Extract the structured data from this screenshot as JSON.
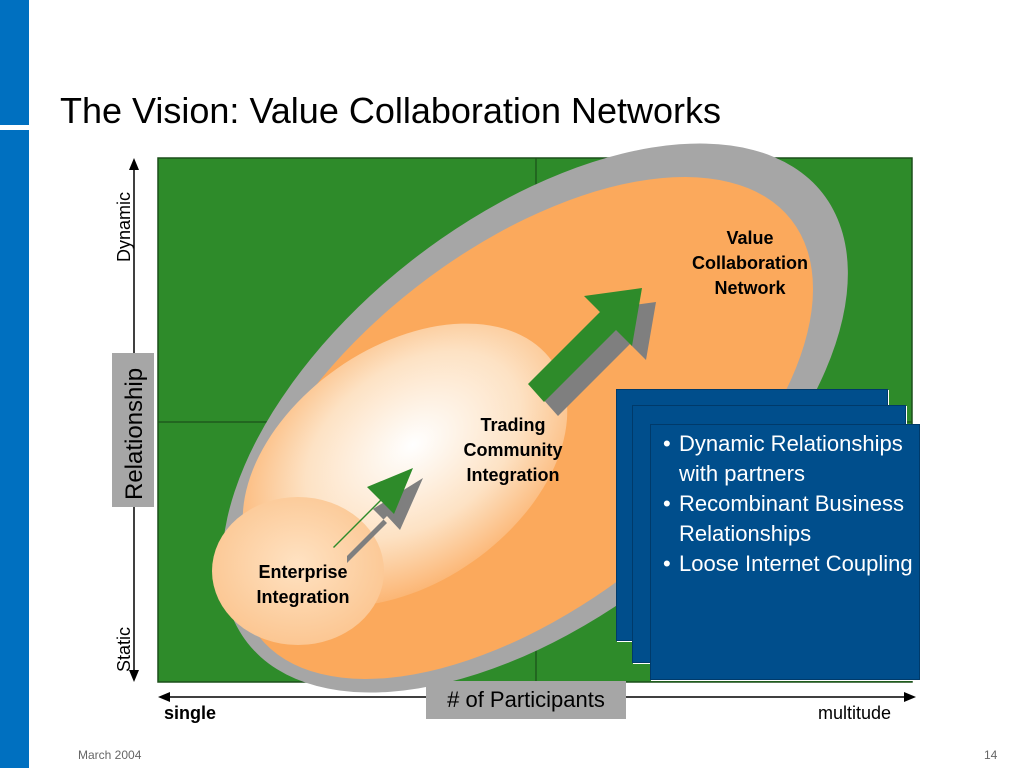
{
  "slide": {
    "title": "The Vision: Value Collaboration Networks",
    "footer_date": "March 2004",
    "page_number": "14"
  },
  "diagram": {
    "y_axis_top": "Dynamic",
    "y_axis_bottom": "Static",
    "y_axis_label": "Relationship",
    "x_axis_left": "single",
    "x_axis_right": "multitude",
    "x_axis_label": "# of Participants",
    "stages": {
      "enterprise": "Enterprise\nIntegration",
      "trading": "Trading\nCommunity\nIntegration",
      "value": "Value\nCollaboration\nNetwork"
    },
    "front_panel_bullets": [
      "Dynamic Relationships with partners",
      "Recombinant Business Relationships",
      "Loose Internet Coupling"
    ],
    "colors": {
      "background_green": "#2e8b2a",
      "outer_gray": "#a6a6a6",
      "orange": "#fba95c",
      "panel_blue": "#004e8c",
      "arrow_green": "#2e8b2a",
      "sidebar_blue": "#0070c0"
    }
  }
}
